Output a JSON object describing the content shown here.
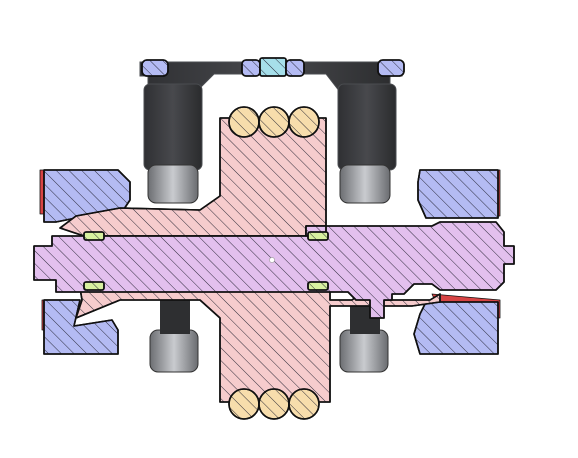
{
  "view": {
    "type": "section-view",
    "background": "#ffffff"
  },
  "palette": {
    "outline": "#111111",
    "shaft": "#e3c0ee",
    "hub": "#f6cccd",
    "housing": "#b4bbf3",
    "bushing": "#d8f0a0",
    "roller": "#f7ddac",
    "key": "#a6dfea",
    "dark_body": "#2a2b2d",
    "dark_body_edge": "#4a4c50",
    "seal_red": "#d84444",
    "hatch": "#1b1b2a"
  },
  "parts": [
    {
      "id": "shaft",
      "fill_key": "shaft",
      "hatched": true
    },
    {
      "id": "hub",
      "fill_key": "hub",
      "hatched": true
    },
    {
      "id": "housing",
      "fill_key": "housing",
      "hatched": true
    },
    {
      "id": "bushing",
      "fill_key": "bushing",
      "hatched": true
    },
    {
      "id": "roller",
      "fill_key": "roller",
      "hatched": true
    },
    {
      "id": "key",
      "fill_key": "key",
      "hatched": true
    }
  ]
}
